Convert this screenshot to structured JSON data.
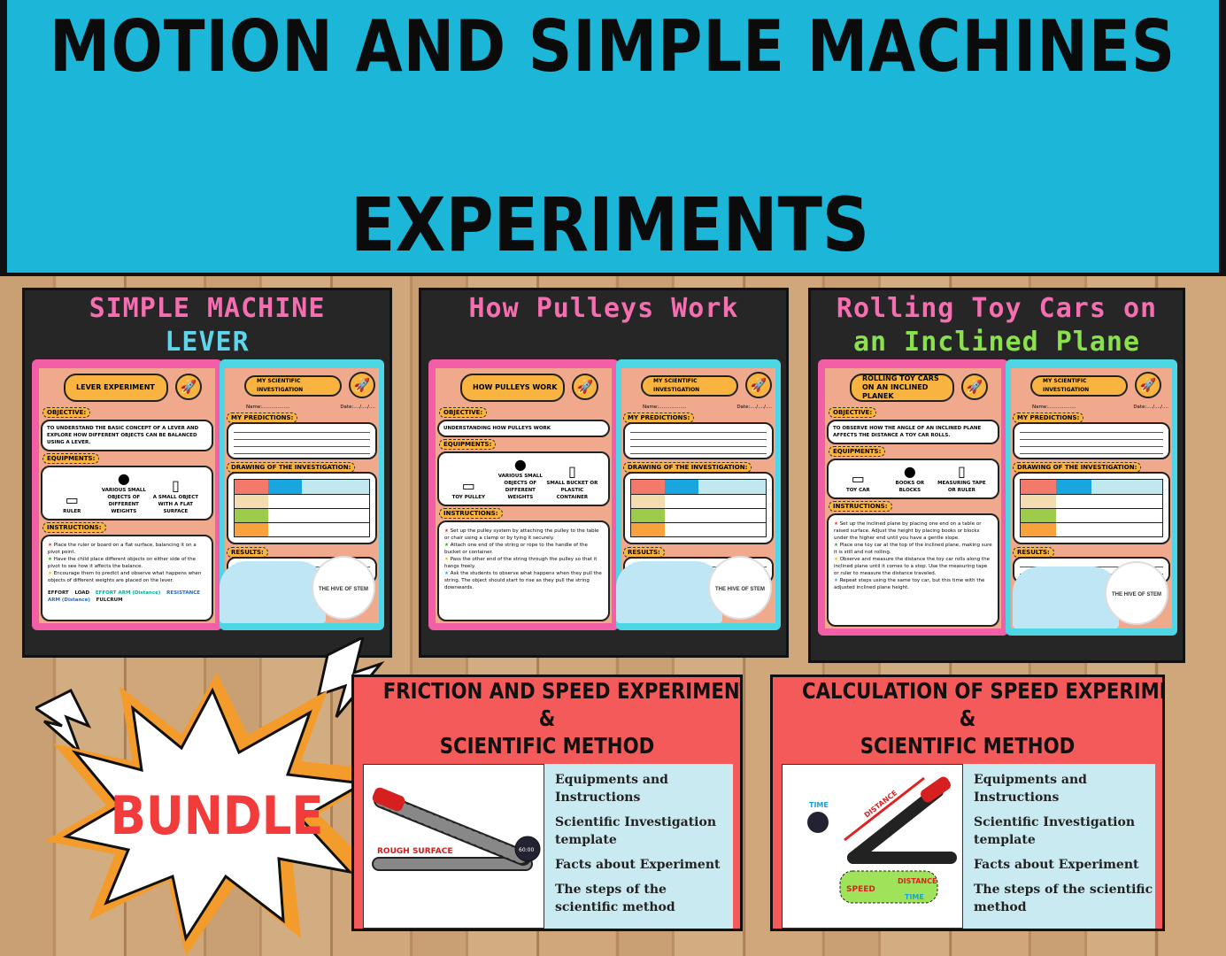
{
  "header": {
    "title_line1": "MOTION AND SIMPLE MACHINES",
    "title_line2": "EXPERIMENTS",
    "bg_color": "#1cb6d8"
  },
  "worksheets": [
    {
      "title": [
        "SIMPLE MACHINE",
        "LEVER"
      ],
      "title_colors": [
        "#f56fb0",
        "#5fd4ea"
      ],
      "experiment": "LEVER EXPERIMENT",
      "objective": "TO UNDERSTAND THE BASIC CONCEPT OF A LEVER AND EXPLORE HOW DIFFERENT OBJECTS CAN BE BALANCED USING A LEVER.",
      "equipments": [
        "RULER",
        "VARIOUS SMALL OBJECTS OF DIFFERENT WEIGHTS",
        "A SMALL OBJECT WITH A FLAT SURFACE"
      ],
      "instructions": [
        "Place the ruler or board on a flat surface, balancing it on a pivot point.",
        "Have the child place different objects on either side of the pivot to see how it affects the balance.",
        "Encourage them to predict and observe what happens when objects of different weights are placed on the lever."
      ],
      "diagram_labels": [
        "EFFORT",
        "LOAD",
        "EFFORT ARM (Distance)",
        "RESISTANCE ARM (Distance)",
        "FULCRUM"
      ]
    },
    {
      "title": [
        "How Pulleys Work"
      ],
      "title_colors": [
        "#f56fb0"
      ],
      "experiment": "HOW PULLEYS WORK",
      "objective": "UNDERSTANDING HOW PULLEYS WORK",
      "equipments": [
        "TOY PULLEY",
        "VARIOUS SMALL OBJECTS OF DIFFERENT WEIGHTS",
        "SMALL BUCKET OR PLASTIC CONTAINER"
      ],
      "instructions": [
        "Set up the pulley system by attaching the pulley to the table or chair using a clamp or by tying it securely.",
        "Attach one end of the string or rope to the handle of the bucket or container.",
        "Pass the other end of the string through the pulley so that it hangs freely.",
        "Ask the students to observe what happens when they pull the string. The object should start to rise as they pull the string downwards."
      ]
    },
    {
      "title": [
        "Rolling Toy Cars on",
        "an Inclined Plane"
      ],
      "title_colors": [
        "#f56fb0",
        "#8be04e"
      ],
      "experiment": "ROLLING TOY CARS ON AN INCLINED PLANEK",
      "objective": "TO OBSERVE HOW THE ANGLE OF AN INCLINED PLANE AFFECTS THE DISTANCE A TOY CAR ROLLS.",
      "equipments": [
        "TOY CAR",
        "BOOKS OR BLOCKS",
        "MEASURING TAPE OR RULER"
      ],
      "instructions": [
        "Set up the inclined plane by placing one end on a table or raised surface. Adjust the height by placing books or blocks under the higher end until you have a gentle slope.",
        "Place one toy car at the top of the inclined plane, making sure it is still and not rolling.",
        "Observe and measure the distance the toy car rolls along the inclined plane until it comes to a stop. Use the measuring tape or ruler to measure the distance traveled.",
        "Repeat steps using the same toy car, but this time with the adjusted inclined plane height."
      ]
    }
  ],
  "worksheet_common": {
    "objective_label": "OBJECTIVE:",
    "equipments_label": "EQUIPMENTS:",
    "instructions_label": "INSTRUCTIONS:",
    "investigation": "MY SCIENTIFIC INVESTIGATION",
    "name": "Name:..................",
    "date": "Date:..../..../....",
    "predictions": "MY PREDICTIONS:",
    "drawing": "DRAWING OF THE INVESTIGATION:",
    "results": "RESULTS:",
    "hive": "THE HIVE OF STEM"
  },
  "bundle": {
    "label": "BUNDLE",
    "color": "#f23b3b"
  },
  "products": [
    {
      "title": "FRICTION AND SPEED EXPERIMENT",
      "amp": "&",
      "subtitle": "SCIENTIFIC METHOD",
      "image_label": "ROUGH SURFACE",
      "timer": "60:00"
    },
    {
      "title": "CALCULATION OF  SPEED EXPERIMENT",
      "amp": "&",
      "subtitle": "SCIENTIFIC METHOD",
      "image_labels": [
        "TIME",
        "DISTANCE",
        "SPEED",
        "DISTANCE",
        "TIME"
      ]
    }
  ],
  "product_features": [
    "Equipments and Instructions",
    "Scientific Investigation template",
    "Facts about Experiment",
    "The steps of the scientific method"
  ]
}
